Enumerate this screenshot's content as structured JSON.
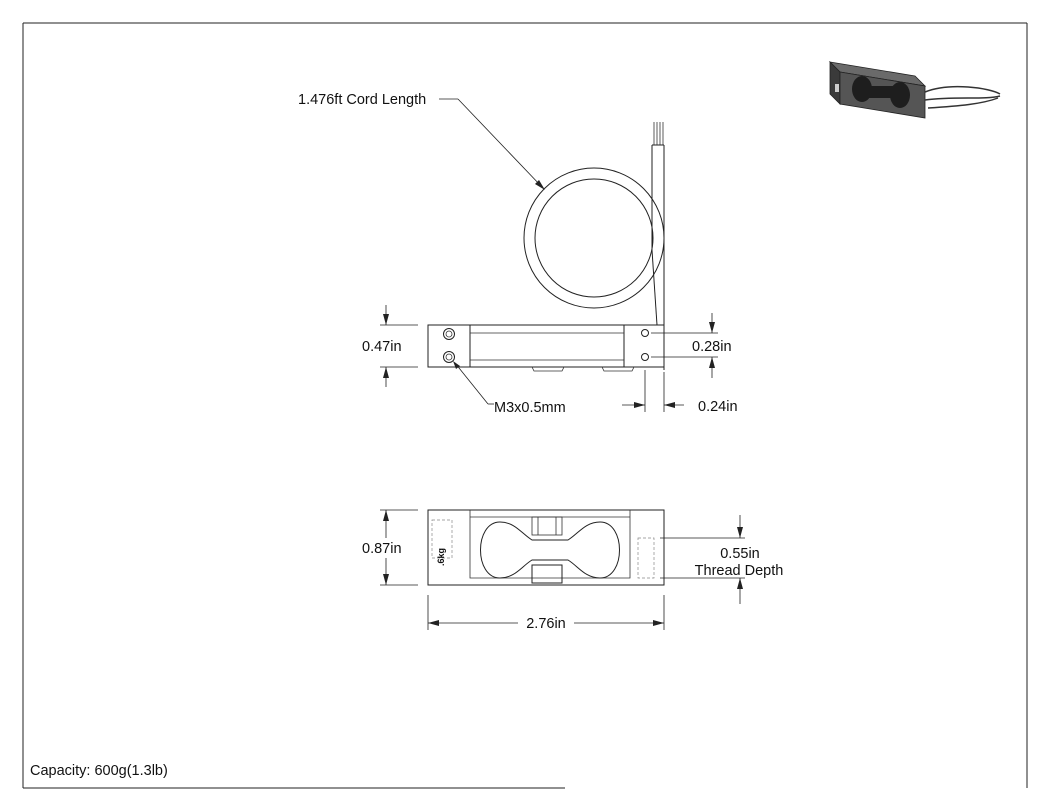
{
  "labels": {
    "cord_length": "1.476ft Cord Length",
    "side_height": "0.47in",
    "hole_spacing": "0.28in",
    "thread": "M3x0.5mm",
    "hole_offset": "0.24in",
    "front_height": "0.87in",
    "thread_depth_value": "0.55in",
    "thread_depth_label": "Thread Depth",
    "width": "2.76in",
    "capacity_note": "Capacity: 600g(1.3lb)",
    "body_marking": ".6kg"
  },
  "colors": {
    "line": "#222222",
    "hidden_line": "#888888",
    "text": "#111111",
    "iso_body": "#555555",
    "iso_dark": "#2e2e2e"
  }
}
